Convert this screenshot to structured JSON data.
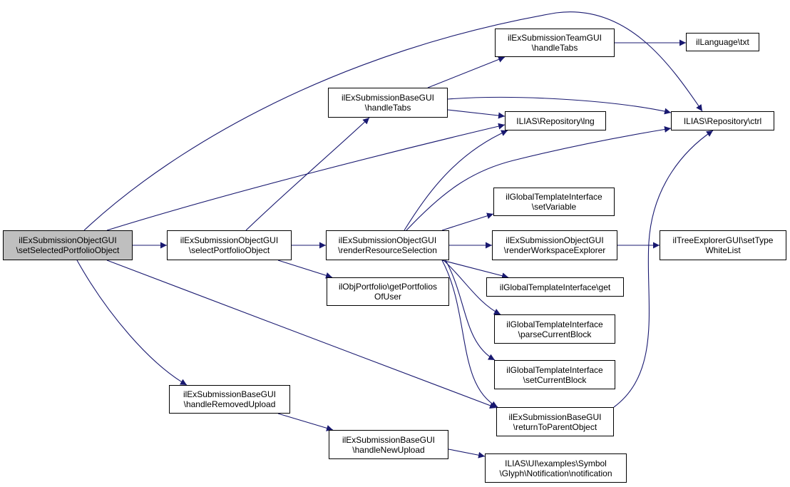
{
  "graph": {
    "edge_color": "#191970",
    "root_fill": "#bfbfbf",
    "nodes": {
      "root": [
        "ilExSubmissionObjectGUI",
        "\\setSelectedPortfolioObject"
      ],
      "selectPortfolio": [
        "ilExSubmissionObjectGUI",
        "\\selectPortfolioObject"
      ],
      "handleRemovedUpload": [
        "ilExSubmissionBaseGUI",
        "\\handleRemovedUpload"
      ],
      "baseHandleTabs": [
        "ilExSubmissionBaseGUI",
        "\\handleTabs"
      ],
      "renderResource": [
        "ilExSubmissionObjectGUI",
        "\\renderResourceSelection"
      ],
      "getPortfolios": [
        "ilObjPortfolio\\getPortfolios",
        "OfUser"
      ],
      "handleNewUpload": [
        "ilExSubmissionBaseGUI",
        "\\handleNewUpload"
      ],
      "teamHandleTabs": [
        "ilExSubmissionTeamGUI",
        "\\handleTabs"
      ],
      "lng": [
        "ILIAS\\Repository\\lng"
      ],
      "setVariable": [
        "ilGlobalTemplateInterface",
        "\\setVariable"
      ],
      "renderWorkspace": [
        "ilExSubmissionObjectGUI",
        "\\renderWorkspaceExplorer"
      ],
      "tplGet": [
        "ilGlobalTemplateInterface\\get"
      ],
      "parseCurrentBlock": [
        "ilGlobalTemplateInterface",
        "\\parseCurrentBlock"
      ],
      "setCurrentBlock": [
        "ilGlobalTemplateInterface",
        "\\setCurrentBlock"
      ],
      "returnToParent": [
        "ilExSubmissionBaseGUI",
        "\\returnToParentObject"
      ],
      "notification": [
        "ILIAS\\UI\\examples\\Symbol",
        "\\Glyph\\Notification\\notification"
      ],
      "txt": [
        "ilLanguage\\txt"
      ],
      "ctrl": [
        "ILIAS\\Repository\\ctrl"
      ],
      "setTypeWhiteList": [
        "ilTreeExplorerGUI\\setType",
        "WhiteList"
      ]
    },
    "edges": [
      [
        "root",
        "selectPortfolio"
      ],
      [
        "root",
        "handleRemovedUpload"
      ],
      [
        "root",
        "lng"
      ],
      [
        "root",
        "returnToParent"
      ],
      [
        "root",
        "ctrl"
      ],
      [
        "selectPortfolio",
        "baseHandleTabs"
      ],
      [
        "selectPortfolio",
        "renderResource"
      ],
      [
        "selectPortfolio",
        "getPortfolios"
      ],
      [
        "handleRemovedUpload",
        "handleNewUpload"
      ],
      [
        "baseHandleTabs",
        "teamHandleTabs"
      ],
      [
        "baseHandleTabs",
        "lng"
      ],
      [
        "baseHandleTabs",
        "ctrl"
      ],
      [
        "renderResource",
        "lng"
      ],
      [
        "renderResource",
        "ctrl"
      ],
      [
        "renderResource",
        "setVariable"
      ],
      [
        "renderResource",
        "renderWorkspace"
      ],
      [
        "renderResource",
        "tplGet"
      ],
      [
        "renderResource",
        "parseCurrentBlock"
      ],
      [
        "renderResource",
        "setCurrentBlock"
      ],
      [
        "renderResource",
        "returnToParent"
      ],
      [
        "handleNewUpload",
        "notification"
      ],
      [
        "teamHandleTabs",
        "txt"
      ],
      [
        "renderWorkspace",
        "setTypeWhiteList"
      ],
      [
        "returnToParent",
        "ctrl"
      ]
    ]
  }
}
